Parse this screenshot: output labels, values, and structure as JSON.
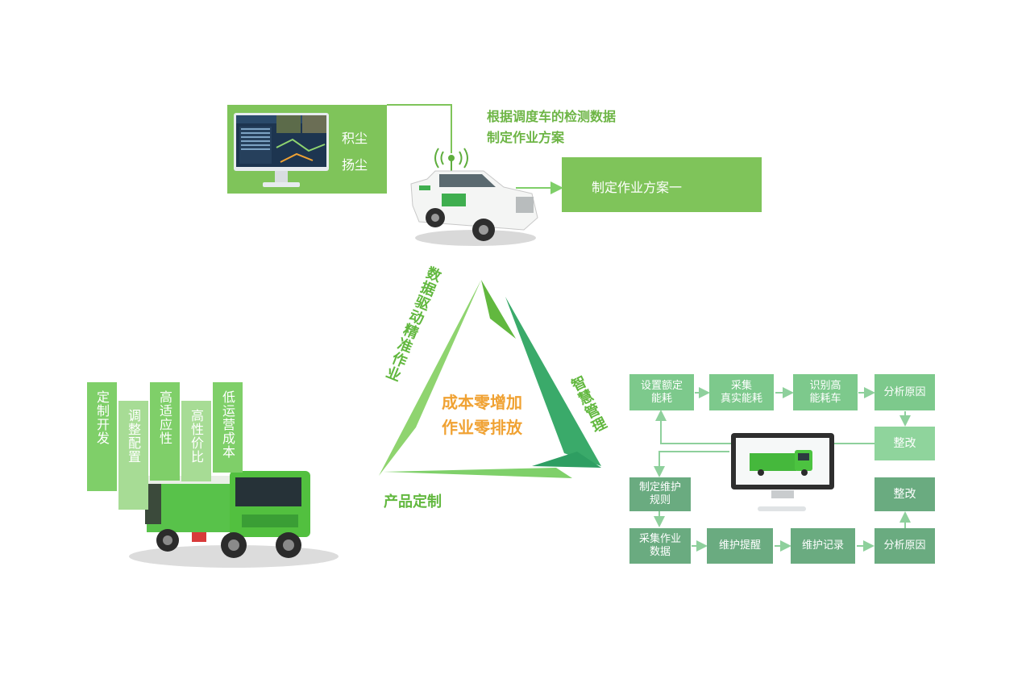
{
  "monitor_panel": {
    "line1": "积尘",
    "line2": "扬尘"
  },
  "top_note": {
    "line1": "根据调度车的检测数据",
    "line2": "制定作业方案"
  },
  "plan_box": {
    "label": "制定作业方案一"
  },
  "triangle": {
    "left_label": "数据驱动精准作业",
    "right_label": "智慧管理",
    "bottom_label": "产品定制",
    "center_line1": "成本零增加",
    "center_line2": "作业零排放"
  },
  "features": [
    "定制开发",
    "调整配置",
    "高适应性",
    "高性价比",
    "低运营成本"
  ],
  "flow": {
    "set_quota": [
      "设置额定",
      "能耗"
    ],
    "collect_real": [
      "采集",
      "真实能耗"
    ],
    "identify_high": [
      "识别高",
      "能耗车"
    ],
    "analyze_top": "分析原因",
    "rectify_top": "整改",
    "maintain_rule": [
      "制定维护",
      "规则"
    ],
    "rectify_bottom": "整改",
    "collect_data": [
      "采集作业",
      "数据"
    ],
    "remind": "维护提醒",
    "record": "维护记录",
    "analyze_bottom": "分析原因"
  },
  "colors": {
    "panel_green": "#7fc45a",
    "triangle_green": "#62b83f",
    "triangle_teal": "#3aaa6a",
    "core_orange": "#f0a233",
    "flow_green": "#7dc98c"
  }
}
